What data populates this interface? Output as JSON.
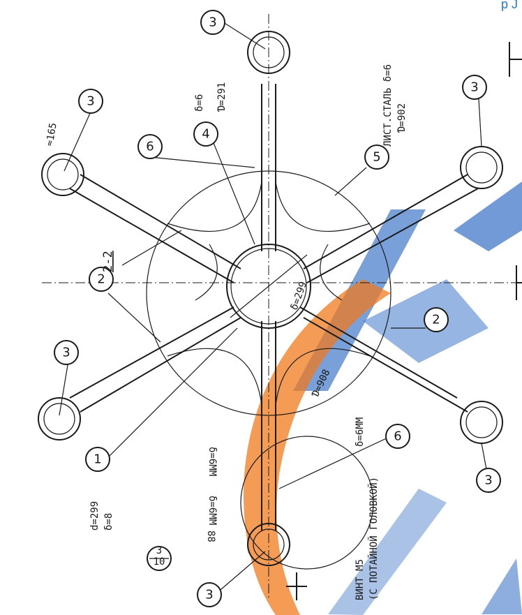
{
  "watermark": {
    "url_fragment": "p       J"
  },
  "section": {
    "label": "2-2"
  },
  "callouts": {
    "c1": "1",
    "c2": "2",
    "c3": "3",
    "c4": "4",
    "c5": "5",
    "c6": "6"
  },
  "notes": {
    "top_delta": "δ=6",
    "top_D": "Ɗ=291",
    "sheet_line1": "ЛИСТ.СТАЛЬ δ=6",
    "sheet_line2": "Ɗ=902",
    "small_165": "≈165",
    "d299_center": "δ=299",
    "d908": "Ɗ=908",
    "delta6_a": "δ=6ММ",
    "delta6_b": "δ=6ММ",
    "delta6_c": "δ=6ММ",
    "pipe_d": "d=299",
    "pipe_delta": "δ=8",
    "dim_88": "88",
    "screw_line1": "ВИНТ М5",
    "screw_line2": "(С ПОТАЙНОЙ ГОЛОВКОЙ)",
    "detail_num": "3",
    "detail_den": "10"
  },
  "colors": {
    "watermark_blue": "#1f5fbf",
    "watermark_orange": "#f07a1e",
    "ink": "#1a1a1a"
  }
}
